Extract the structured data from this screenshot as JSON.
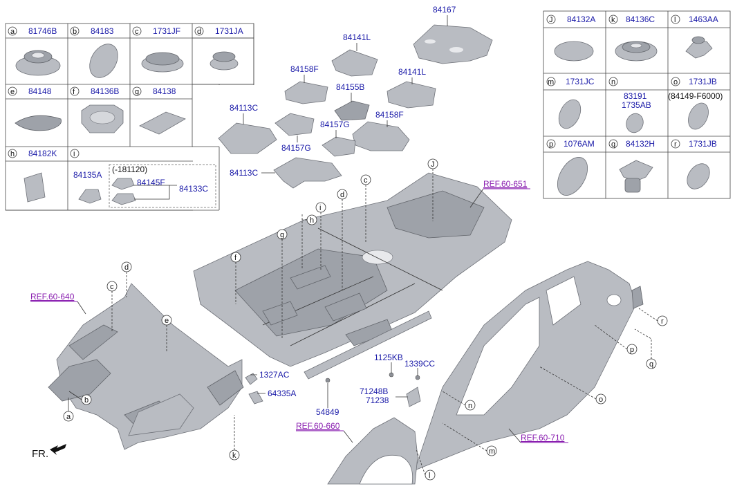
{
  "table_left": {
    "row1": [
      {
        "key": "a",
        "part": "81746B"
      },
      {
        "key": "b",
        "part": "84183"
      },
      {
        "key": "c",
        "part": "1731JF"
      },
      {
        "key": "d",
        "part": "1731JA"
      }
    ],
    "row2": [
      {
        "key": "e",
        "part": "84148"
      },
      {
        "key": "f",
        "part": "84136B"
      },
      {
        "key": "g",
        "part": "84138"
      }
    ],
    "row3": [
      {
        "key": "h",
        "part": "84182K"
      },
      {
        "key": "i",
        "part": ""
      }
    ],
    "cell_i": {
      "part_a": "84135A",
      "date_note": "(-181120)",
      "part_b": "84145F",
      "part_c": "84133C"
    }
  },
  "table_right": {
    "row1": [
      {
        "key": "J",
        "part": "84132A"
      },
      {
        "key": "k",
        "part": "84136C"
      },
      {
        "key": "l",
        "part": "1463AA"
      }
    ],
    "row2": [
      {
        "key": "m",
        "part": "1731JC"
      },
      {
        "key": "n",
        "part": ""
      },
      {
        "key": "o",
        "part": "1731JB"
      }
    ],
    "cell_n": {
      "line1": "83191",
      "line2": "1735AB"
    },
    "cell_o_note": "(84149-F6000)",
    "row3": [
      {
        "key": "p",
        "part": "1076AM"
      },
      {
        "key": "q",
        "part": "84132H"
      },
      {
        "key": "r",
        "part": "1731JB"
      }
    ]
  },
  "parts": {
    "p84167": "84167",
    "p84141L_a": "84141L",
    "p84141L_b": "84141L",
    "p84158F_a": "84158F",
    "p84158F_b": "84158F",
    "p84155B": "84155B",
    "p84113C_a": "84113C",
    "p84113C_b": "84113C",
    "p84157G_a": "84157G",
    "p84157G_b": "84157G",
    "p1125KB": "1125KB",
    "p1339CC": "1339CC",
    "p71248B": "71248B",
    "p71238": "71238",
    "p54849": "54849",
    "p1327AC": "1327AC",
    "p64335A": "64335A"
  },
  "refs": {
    "r651": "REF.60-651",
    "r640": "REF.60-640",
    "r660": "REF.60-660",
    "r710": "REF.60-710"
  },
  "callouts": {
    "J": "J",
    "c": "c",
    "d": "d",
    "i": "i",
    "h": "h",
    "g": "g",
    "f": "f",
    "d2": "d",
    "c2": "c",
    "e": "e",
    "b": "b",
    "a": "a",
    "k": "k",
    "r": "r",
    "p": "p",
    "q": "q",
    "o": "o",
    "n": "n",
    "m": "m",
    "l": "l"
  },
  "direction_label": "FR."
}
